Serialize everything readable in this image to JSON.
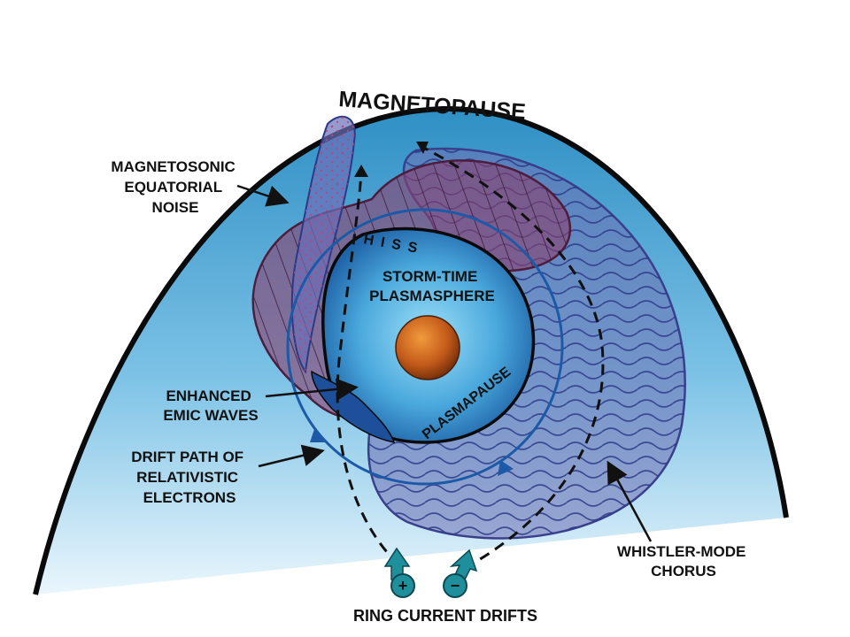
{
  "labels": {
    "magnetopause": "MAGNETOPAUSE",
    "magnetosonic": [
      "MAGNETOSONIC",
      "EQUATORIAL",
      "NOISE"
    ],
    "hiss": "HISS",
    "storm_time": [
      "STORM-TIME",
      "PLASMASPHERE"
    ],
    "emic": [
      "ENHANCED",
      "EMIC WAVES"
    ],
    "plasmapause": "PLASMAPAUSE",
    "drift_path": [
      "DRIFT PATH OF",
      "RELATIVISTIC",
      "ELECTRONS"
    ],
    "chorus": [
      "WHISTLER-MODE",
      "CHORUS"
    ],
    "ring_current": "RING CURRENT DRIFTS"
  },
  "charges": {
    "positive": "+",
    "negative": "−"
  },
  "colors": {
    "sky_top": "#2f8fc4",
    "sky_bottom": "#e6f4fb",
    "plasmasphere_center": "#7fd0f2",
    "plasmasphere_edge": "#1f63a8",
    "earth": "#c25a1a",
    "chorus_fill": "#6e6fb2",
    "noise_fill": "#8c3f6c",
    "emic_fill": "#1e4f9a",
    "drift_path": "#1c5aa8",
    "arrow_teal": "#1f8f9c"
  }
}
